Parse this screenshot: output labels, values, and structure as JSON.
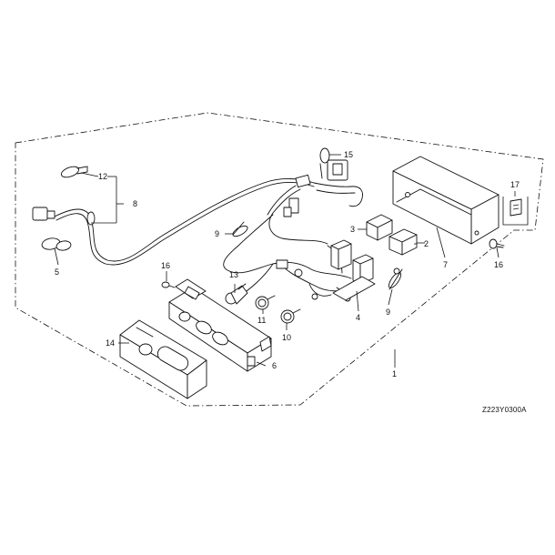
{
  "diagram": {
    "callouts": {
      "c1": "1",
      "c2": "2",
      "c3": "3",
      "c4": "4",
      "c5": "5",
      "c6": "6",
      "c7": "7",
      "c8": "8",
      "c9a": "9",
      "c9b": "9",
      "c10": "10",
      "c11": "11",
      "c12": "12",
      "c13": "13",
      "c14": "14",
      "c15": "15",
      "c16a": "16",
      "c16b": "16",
      "c17": "17"
    },
    "drawing_code": "Z223Y0300A"
  }
}
